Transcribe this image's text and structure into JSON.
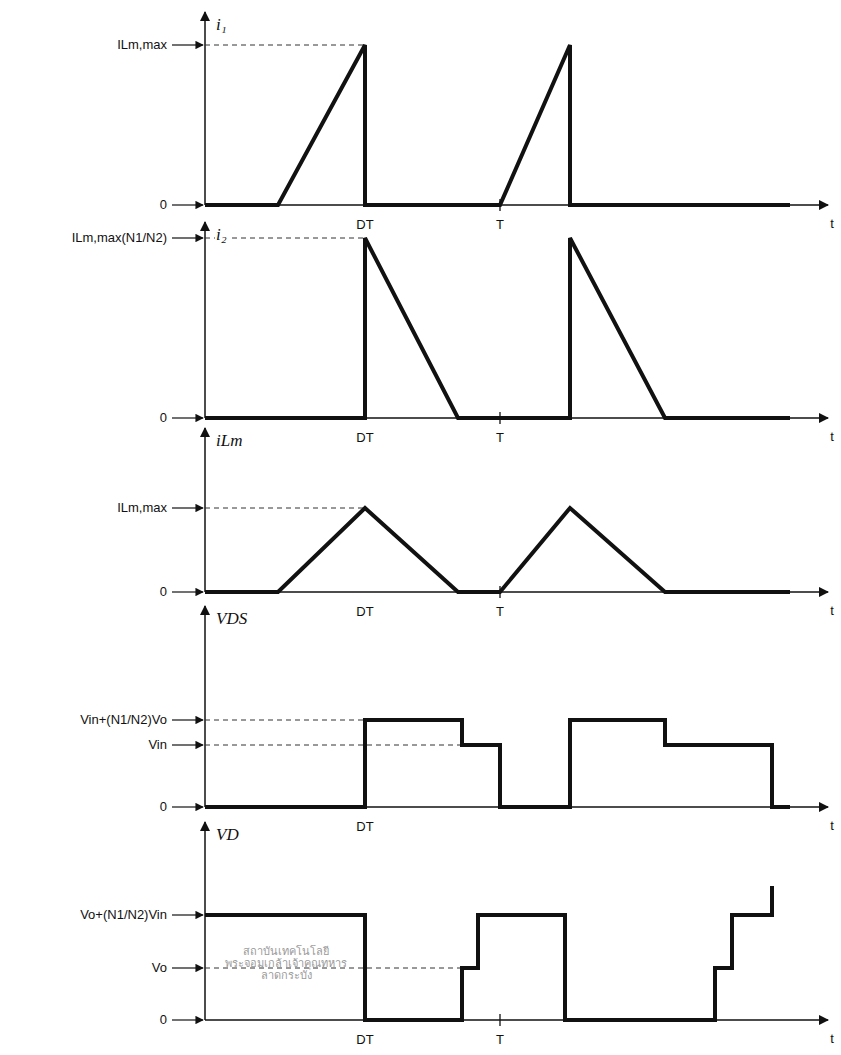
{
  "diagram": {
    "labels": [
      "i₁",
      "ILm,max",
      "0",
      "DT",
      "T",
      "t",
      "i₂",
      "ILm,max(N1/N2)",
      "0",
      "DT",
      "T",
      "t",
      "iLm",
      "ILm,max",
      "0",
      "DT",
      "T",
      "t",
      "VDS",
      "Vin+(N1/N2)Vo",
      "Vin",
      "0",
      "DT",
      "t",
      "VD",
      "Vo+(N1/N2)Vin",
      "Vo",
      "0",
      "DT",
      "T",
      "t",
      "สถาบันเทคโนโลยีพระจอมเกล้าเจ้าคุณทหารลาดกระบัง"
    ]
  }
}
